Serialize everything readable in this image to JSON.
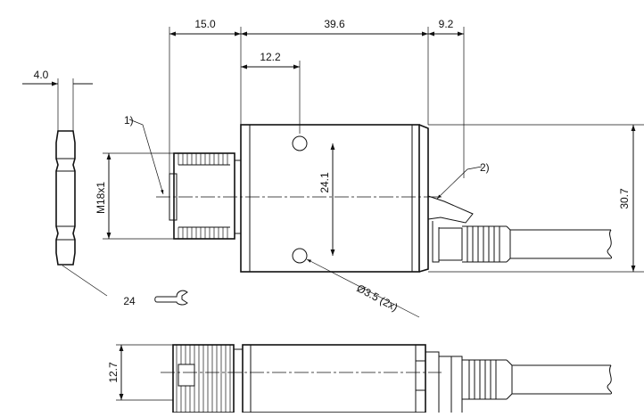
{
  "dimensions": {
    "d_15": "15.0",
    "d_39_6": "39.6",
    "d_9_2": "9.2",
    "d_12_2": "12.2",
    "d_4_0": "4.0",
    "d_24_1": "24.1",
    "d_30_7": "30.7",
    "d_12_7": "12.7",
    "thread": "M18x1",
    "wrench": "24",
    "hole": "Ø3.5  (2x)"
  },
  "callouts": {
    "c1": "1)",
    "c2": "2)"
  }
}
